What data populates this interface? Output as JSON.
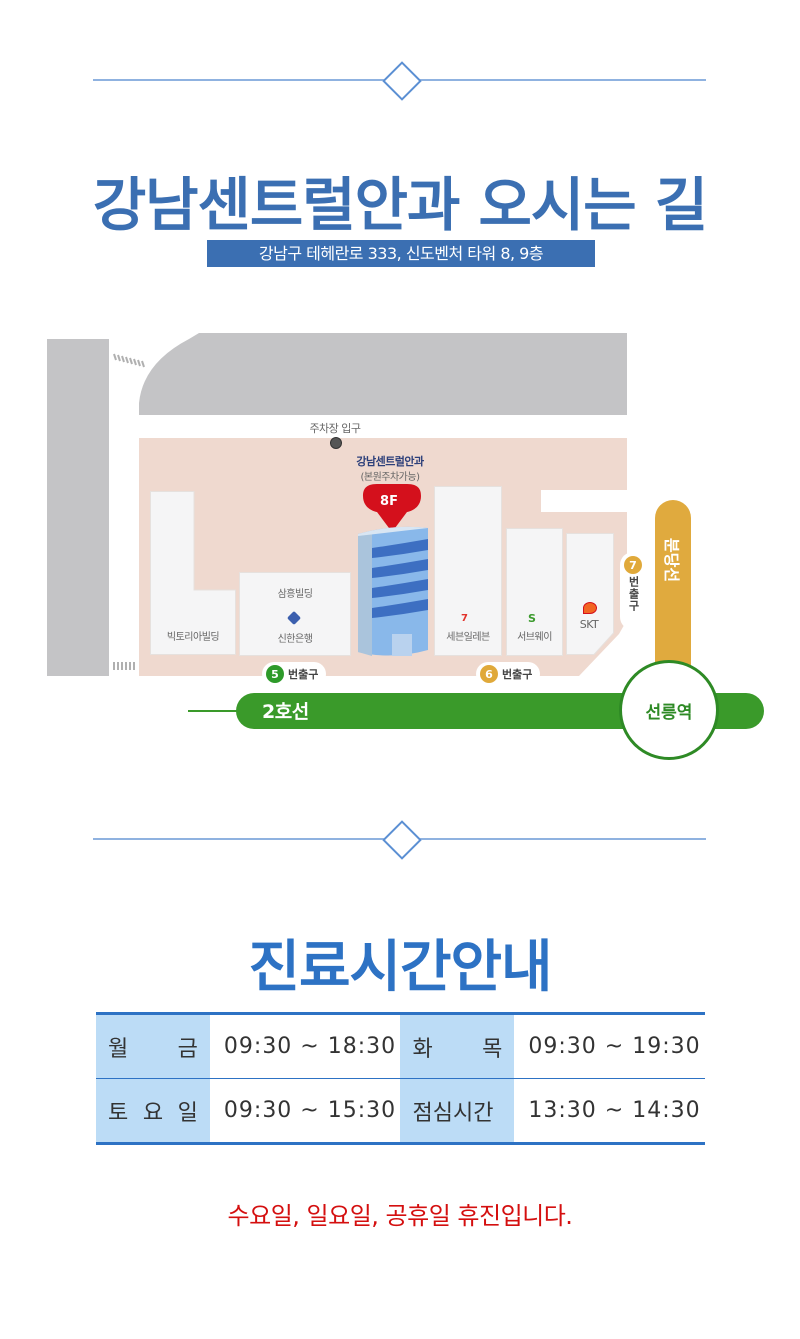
{
  "directions": {
    "title": "강남센트럴안과 오시는 길",
    "address": "강남구 테헤란로 333, 신도벤처 타워 8, 9층"
  },
  "map": {
    "parking_entrance": "주차장 입구",
    "clinic_name": "강남센트럴안과",
    "clinic_note": "(본원주차가능)",
    "floor_pin": "8F",
    "buildings": {
      "victoria": "빅토리아빌딩",
      "samhung": "삼흥빌딩",
      "shinhan": "신한은행",
      "seven_eleven": "세븐일레븐",
      "subway": "서브웨이",
      "skt": "SKT"
    },
    "exits": [
      {
        "number": "5",
        "label": "번출구",
        "color": "#2e9a2a"
      },
      {
        "number": "6",
        "label": "번출구",
        "color": "#e0a93a"
      },
      {
        "number": "7",
        "label": "번출구",
        "color": "#e0a93a"
      }
    ],
    "line2": {
      "label": "2호선",
      "color": "#3a9a2a"
    },
    "bundang": {
      "label": "분당선",
      "color": "#e0aa3e"
    },
    "station": "선릉역"
  },
  "hours": {
    "title": "진료시간안내",
    "rows": [
      [
        {
          "day": "월 금",
          "time": "09:30 ~ 18:30"
        },
        {
          "day": "화 목",
          "time": "09:30 ~ 19:30"
        }
      ],
      [
        {
          "day": "토 요 일",
          "time": "09:30 ~ 15:30"
        },
        {
          "day": "점심시간",
          "time": "13:30 ~ 14:30"
        }
      ]
    ],
    "notice": "수요일, 일요일, 공휴일 휴진입니다."
  }
}
